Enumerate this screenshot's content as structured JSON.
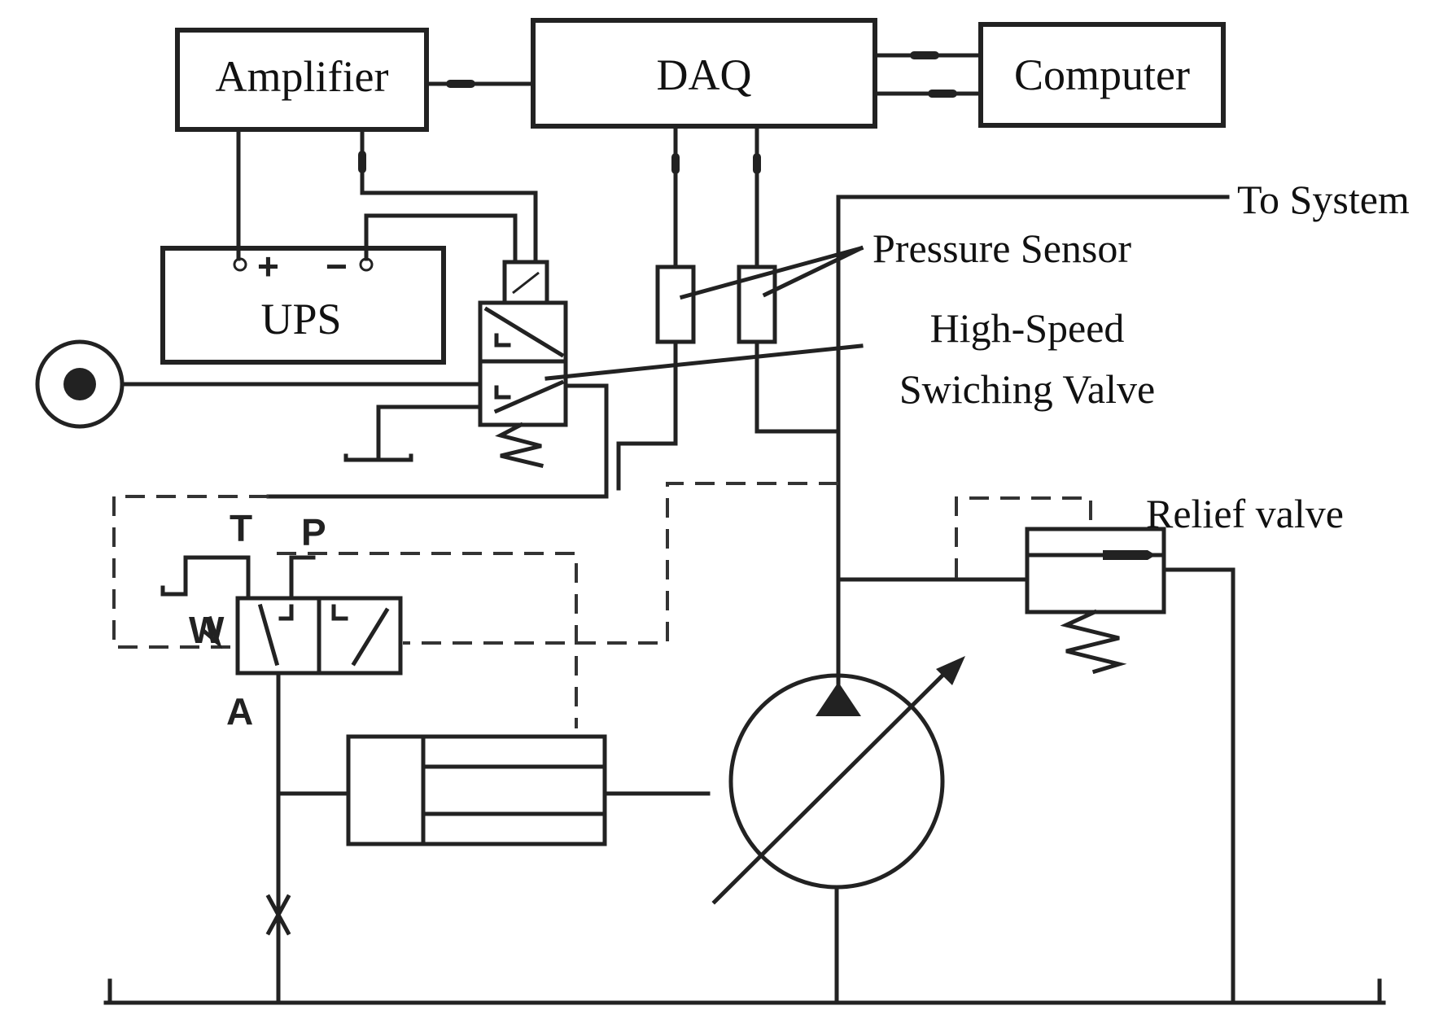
{
  "blocks": {
    "amplifier": "Amplifier",
    "daq": "DAQ",
    "computer": "Computer",
    "ups": "UPS"
  },
  "ups_terminals": {
    "plus": "+",
    "minus": "−"
  },
  "callouts": {
    "to_system": "To System",
    "pressure_sensor": "Pressure Sensor",
    "high_speed_line1": "High-Speed",
    "high_speed_line2": "Swiching Valve",
    "relief_valve": "Relief valve"
  },
  "ports": {
    "t": "T",
    "p": "P",
    "a": "A",
    "w": "W"
  }
}
